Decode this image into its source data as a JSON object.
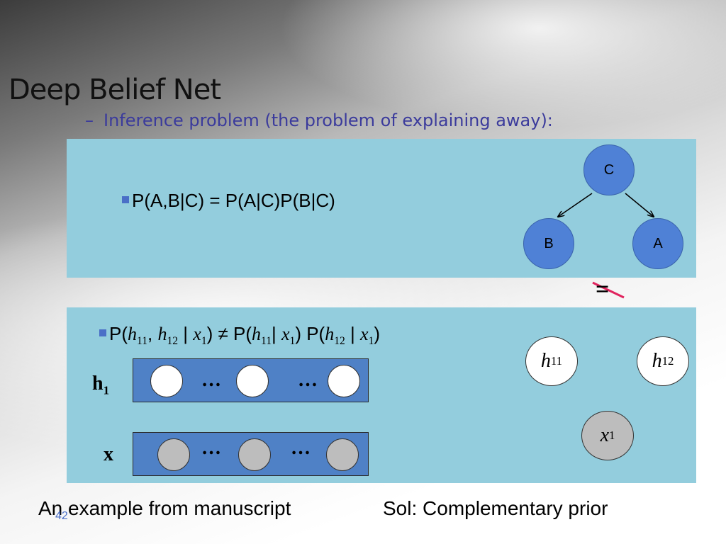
{
  "slide": {
    "title": "Deep Belief Net",
    "subtitle_dash": "–",
    "subtitle": "Inference problem (the problem of explaining away):",
    "page_number": "42"
  },
  "panel1": {
    "equation": "P(A,B|C)  =  P(A|C)P(B|C)",
    "nodes": {
      "c": "C",
      "b": "B",
      "a": "A"
    }
  },
  "neq_symbol": "=",
  "panel2": {
    "eq_p1": "P(",
    "eq_h": "h",
    "eq_11": "11",
    "eq_12": "12",
    "eq_x": "x",
    "eq_1": "1",
    "eq_comma": ", ",
    "eq_bar": " | ",
    "eq_neq": ") ≠ P(",
    "eq_bar2": "| ",
    "eq_close_p": ") P(",
    "eq_end": ")",
    "layer_h_label": "h",
    "layer_h_sub": "1",
    "layer_x_label": "x",
    "dots": "…",
    "node_h11": {
      "var": "h",
      "sub": "11"
    },
    "node_h12": {
      "var": "h",
      "sub": "12"
    },
    "node_x1": {
      "var": "x",
      "sub": "1"
    }
  },
  "footer": {
    "left": "An example from manuscript",
    "right": "Sol: Complementary prior"
  },
  "colors": {
    "panel": "#93cddd",
    "node_blue": "#4f81d6",
    "layer_blue": "#4f81c6",
    "subtitle": "#3b3b9c",
    "strike": "#e0245e"
  }
}
